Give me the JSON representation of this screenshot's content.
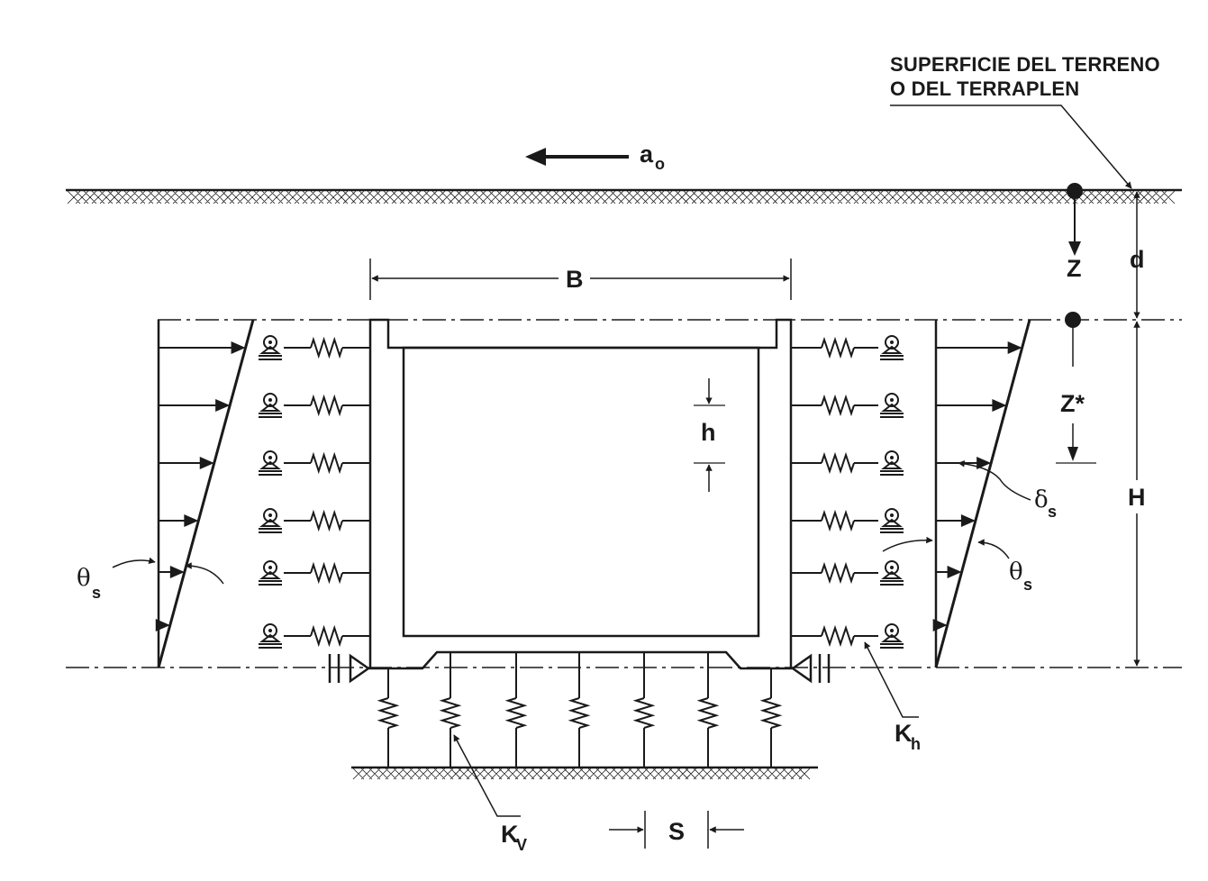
{
  "surface_label": {
    "line1": "SUPERFICIE DEL TERRENO",
    "line2": "O DEL TERRAPLEN"
  },
  "labels": {
    "accel": "a",
    "accel_sub": "o",
    "width": "B",
    "depth_d": "d",
    "depth_z": "Z",
    "depth_zstar": "Z*",
    "height": "H",
    "thickness": "h",
    "spacing": "S",
    "theta_left": "θ",
    "theta_left_sub": "s",
    "theta_right": "θ",
    "theta_right_sub": "s",
    "delta": "δ",
    "delta_sub": "s",
    "kh": "K",
    "kh_sub": "h",
    "kv": "K",
    "kv_sub": "V"
  },
  "colors": {
    "ink": "#1a1a1a",
    "background": "#ffffff"
  }
}
